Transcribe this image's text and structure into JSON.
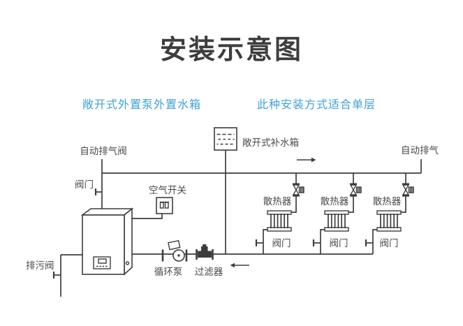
{
  "page": {
    "title": "安装示意图"
  },
  "subtitles": {
    "left": "敞开式外置泵外置水箱",
    "right": "此种安装方式适合单层"
  },
  "colors": {
    "background": "#ffffff",
    "title_text": "#3d3d3d",
    "subtitle_accent": "#3fa2d9",
    "line": "#3d3d3d",
    "label_text": "#4a4a4a"
  },
  "diagram": {
    "auto_exhaust_valve": "自动排气阀",
    "inlet_valve": "阀门",
    "air_switch": "空气开关",
    "makeup_tank": "敞开式补水箱",
    "auto_exhaust": "自动排气",
    "drain_valve": "排污阀",
    "circulation_pump": "循环泵",
    "filter": "过滤器",
    "radiators": [
      {
        "label": "散热器",
        "valve": "阀门"
      },
      {
        "label": "散热器",
        "valve": "阀门"
      },
      {
        "label": "散热器",
        "valve": "阀门"
      }
    ]
  }
}
